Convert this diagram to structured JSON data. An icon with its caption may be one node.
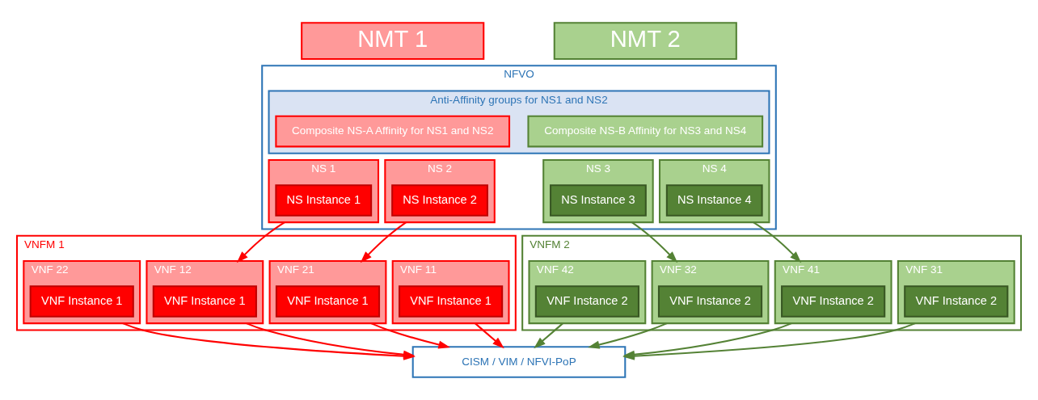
{
  "diagram": {
    "nodes": [
      {
        "text": [
          "NMT 1"
        ]
      },
      {
        "text": [
          "NMT 2"
        ]
      },
      {
        "text": [
          "NFVO"
        ]
      },
      {
        "text": [
          "Anti-Affinity groups for NS1 and NS2"
        ],
        "in": 2
      },
      {
        "text": [
          "Composite NS-A Affinity for NS1 and NS2"
        ],
        "in": 3
      },
      {
        "text": [
          "Composite NS-B Affinity for NS3 and NS4"
        ],
        "in": 3
      },
      {
        "text": [
          "NS 1"
        ],
        "in": 2
      },
      {
        "text": [
          "NS Instance 1"
        ],
        "in": 6
      },
      {
        "text": [
          "NS 2"
        ],
        "in": 2
      },
      {
        "text": [
          "NS Instance 2"
        ],
        "in": 8
      },
      {
        "text": [
          "NS 3"
        ],
        "in": 2
      },
      {
        "text": [
          "NS Instance 3"
        ],
        "in": 10
      },
      {
        "text": [
          "NS 4"
        ],
        "in": 2
      },
      {
        "text": [
          "NS Instance 4"
        ],
        "in": 12
      },
      {
        "text": [
          "VNFM 1"
        ]
      },
      {
        "text": [
          "VNF 11"
        ],
        "in": 14
      },
      {
        "text": [
          "VNF Instance 1"
        ],
        "in": 15
      },
      {
        "text": [
          "VNF 12"
        ],
        "in": 14
      },
      {
        "text": [
          "VNF Instance 1"
        ],
        "in": 17
      },
      {
        "text": [
          "VNF 21"
        ],
        "in": 14
      },
      {
        "text": [
          "VNF Instance 1"
        ],
        "in": 19
      },
      {
        "text": [
          "VNF 22"
        ],
        "in": 14
      },
      {
        "text": [
          "VNF Instance 1"
        ],
        "in": 21
      },
      {
        "text": [
          "VNFM 2"
        ]
      },
      {
        "text": [
          "VNF 31"
        ],
        "in": 23
      },
      {
        "text": [
          "VNF Instance 2"
        ],
        "in": 24
      },
      {
        "text": [
          "VNF 32"
        ],
        "in": 23
      },
      {
        "text": [
          "VNF Instance 2"
        ],
        "in": 26
      },
      {
        "text": [
          "VNF 41"
        ],
        "in": 23
      },
      {
        "text": [
          "VNF Instance 2"
        ],
        "in": 28
      },
      {
        "text": [
          "VNF 42"
        ],
        "in": 23
      },
      {
        "text": [
          "VNF Instance 2"
        ],
        "in": 30
      },
      {
        "text": [
          "CISM / VIM / NFVI-PoP"
        ]
      }
    ],
    "edges": [
      {
        "from": 6,
        "to": 17,
        "arrow": "to",
        "color": "#ff0000"
      },
      {
        "from": 8,
        "to": 19,
        "arrow": "to",
        "color": "#ff0000"
      },
      {
        "from": 10,
        "to": 26,
        "arrow": "to",
        "color": "#548235"
      },
      {
        "from": 12,
        "to": 28,
        "arrow": "to",
        "color": "#548235"
      },
      {
        "from": 15,
        "to": 32,
        "arrow": "to",
        "color": "#ff0000"
      },
      {
        "from": 17,
        "to": 32,
        "arrow": "to",
        "color": "#ff0000"
      },
      {
        "from": 19,
        "to": 32,
        "arrow": "to",
        "color": "#ff0000"
      },
      {
        "from": 21,
        "to": 32,
        "arrow": "to",
        "color": "#ff0000"
      },
      {
        "from": 24,
        "to": 32,
        "arrow": "to",
        "color": "#548235"
      },
      {
        "from": 26,
        "to": 32,
        "arrow": "to",
        "color": "#548235"
      },
      {
        "from": 28,
        "to": 32,
        "arrow": "to",
        "color": "#548235"
      },
      {
        "from": 30,
        "to": 32,
        "arrow": "to",
        "color": "#548235"
      }
    ]
  }
}
